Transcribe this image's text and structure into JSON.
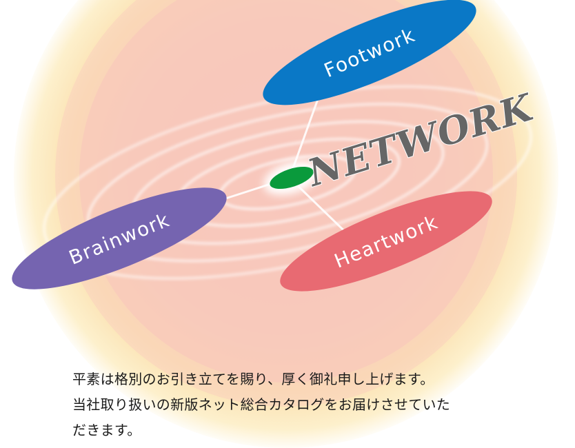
{
  "diagram": {
    "center_title": "NETWORK",
    "bubbles": [
      {
        "label": "Footwork",
        "color": "#0a78c6"
      },
      {
        "label": "Brainwork",
        "color": "#7564b0"
      },
      {
        "label": "Heartwork",
        "color": "#e86a72"
      }
    ],
    "hub_color": "#0a9a3c",
    "title_color": "#666666"
  },
  "intro": {
    "line1": "平素は格別のお引き立てを賜り、厚く御礼申し上げます。",
    "line2": "当社取り扱いの新版ネット総合カタログをお届けさせていた",
    "line3": "だきます。"
  }
}
